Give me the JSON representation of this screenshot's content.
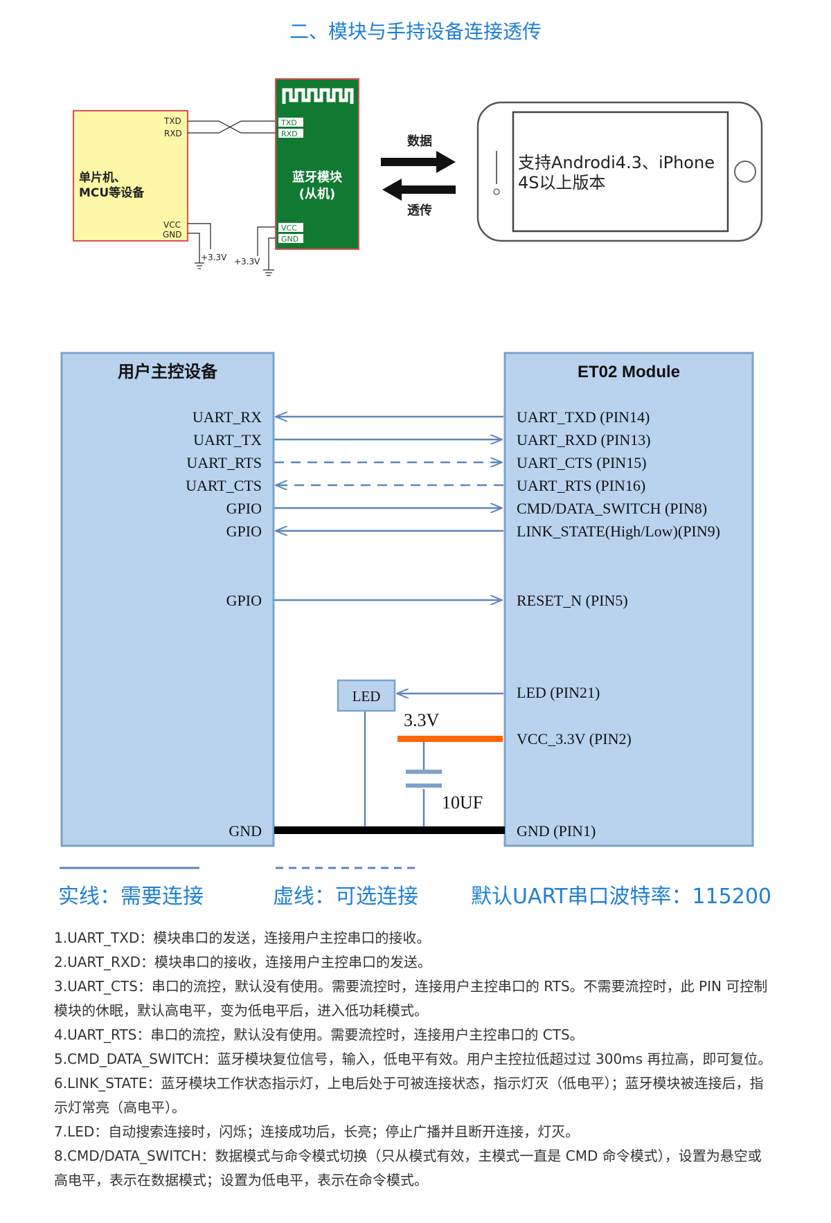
{
  "section_title": "二、模块与手持设备连接透传",
  "figure1": {
    "mcu": {
      "label_line1": "单片机、",
      "label_line2": "MCU等设备",
      "pin_txd": "TXD",
      "pin_rxd": "RXD",
      "pin_vcc": "VCC",
      "pin_gnd": "GND",
      "supply": "+3.3V"
    },
    "bt_module": {
      "label_line1": "蓝牙模块",
      "label_line2": "(从机)",
      "pin_txd": "TXD",
      "pin_rxd": "RXD",
      "pin_vcc": "VCC",
      "pin_gnd": "GND",
      "supply": "+3.3V"
    },
    "arrow_top_label": "数据",
    "arrow_bottom_label": "透传",
    "phone_text_line1": "支持Androdi4.3、iPhone",
    "phone_text_line2": "4S以上版本"
  },
  "figure2": {
    "left_title": "用户主控设备",
    "right_title": "ET02 Module",
    "left_pins": [
      "UART_RX",
      "UART_TX",
      "UART_RTS",
      "UART_CTS",
      "GPIO",
      "GPIO",
      "GPIO",
      "GND"
    ],
    "right_pins": [
      "UART_TXD (PIN14)",
      "UART_RXD (PIN13)",
      "UART_CTS (PIN15)",
      "UART_RTS (PIN16)",
      "CMD/DATA_SWITCH (PIN8)",
      "LINK_STATE(High/Low)(PIN9)",
      "RESET_N (PIN5)",
      "LED (PIN21)",
      "VCC_3.3V (PIN2)",
      "GND (PIN1)"
    ],
    "led_label": "LED",
    "vcc_label": "3.3V",
    "cap_label": "10UF",
    "line_color": "#5b87b8",
    "vcc_color": "#ff6600"
  },
  "legend": {
    "solid": "实线：需要连接",
    "dashed": "虚线：可选连接",
    "baud": "默认UART串口波特率：115200"
  },
  "notes": [
    "1.UART_TXD：模块串口的发送，连接用户主控串口的接收。",
    "2.UART_RXD：模块串口的接收，连接用户主控串口的发送。",
    "3.UART_CTS：串口的流控，默认没有使用。需要流控时，连接用户主控串口的 RTS。不需要流控时，此 PIN 可控制模块的休眠，默认高电平，变为低电平后，进入低功耗模式。",
    "4.UART_RTS：串口的流控，默认没有使用。需要流控时，连接用户主控串口的 CTS。",
    "5.CMD_DATA_SWITCH：蓝牙模块复位信号，输入，低电平有效。用户主控拉低超过过 300ms 再拉高，即可复位。",
    "6.LINK_STATE：蓝牙模块工作状态指示灯，上电后处于可被连接状态，指示灯灭（低电平）；蓝牙模块被连接后，指示灯常亮（高电平）。",
    "7.LED：自动搜索连接时，闪烁；连接成功后，长亮；停止广播并且断开连接，灯灭。",
    "8.CMD/DATA_SWITCH：数据模式与命令模式切换（只从模式有效，主模式一直是 CMD 命令模式），设置为悬空或高电平，表示在数据模式；设置为低电平，表示在命令模式。"
  ]
}
